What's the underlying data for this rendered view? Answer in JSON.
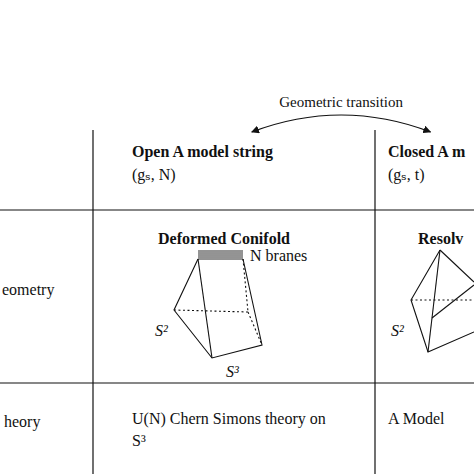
{
  "diagram": {
    "nodes": [
      {
        "text": [
          "Open A model string",
          "(gₛ, N)"
        ]
      },
      {
        "text": [
          "Closed A m",
          "(gₛ, t)"
        ]
      }
    ],
    "edges": [
      {
        "from": 0,
        "to": 1,
        "arrow": "both",
        "label": "Geometric transition"
      }
    ],
    "labels": [
      "eometry",
      "Deformed Conifold",
      "N branes",
      "S²",
      "S³",
      "Resolv",
      "S²",
      "heory",
      "U(N) Chern Simons theory on S³",
      "A Model"
    ]
  }
}
